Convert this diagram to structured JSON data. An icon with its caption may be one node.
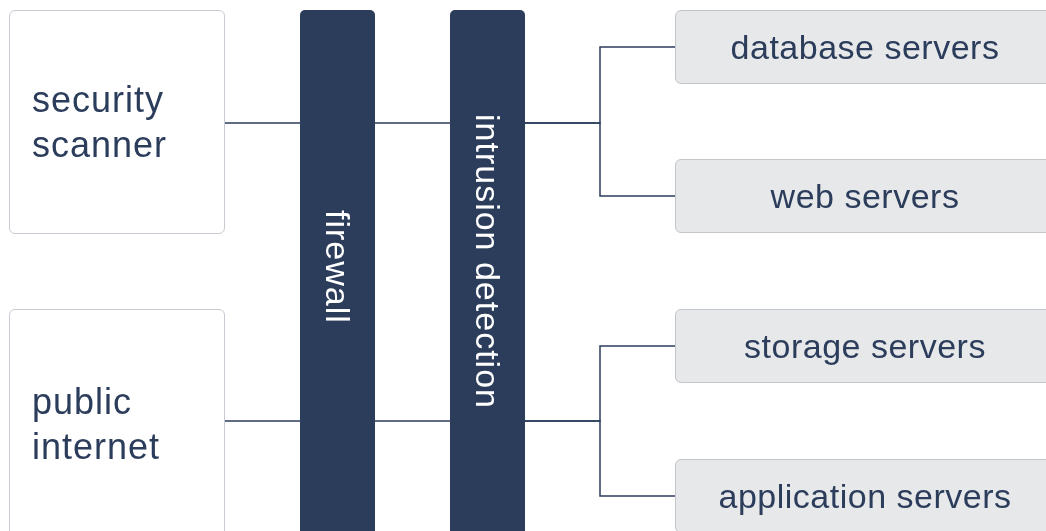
{
  "diagram": {
    "nodes": [
      {
        "text": [
          "security scanner"
        ]
      },
      {
        "text": [
          "public internet"
        ]
      },
      {
        "text": [
          "firewall"
        ]
      },
      {
        "text": [
          "intrusion detection"
        ]
      },
      {
        "text": [
          "database servers"
        ]
      },
      {
        "text": [
          "web servers"
        ]
      },
      {
        "text": [
          "storage servers"
        ]
      },
      {
        "text": [
          "application servers"
        ]
      }
    ],
    "edges": [
      {
        "from": 0,
        "to": 2,
        "arrow": "none"
      },
      {
        "from": 1,
        "to": 2,
        "arrow": "none"
      },
      {
        "from": 2,
        "to": 3,
        "arrow": "none"
      },
      {
        "from": 2,
        "to": 3,
        "arrow": "none"
      },
      {
        "from": 3,
        "to": 4,
        "arrow": "none"
      },
      {
        "from": 3,
        "to": 5,
        "arrow": "none"
      },
      {
        "from": 3,
        "to": 6,
        "arrow": "none"
      },
      {
        "from": 3,
        "to": 7,
        "arrow": "none"
      }
    ]
  }
}
